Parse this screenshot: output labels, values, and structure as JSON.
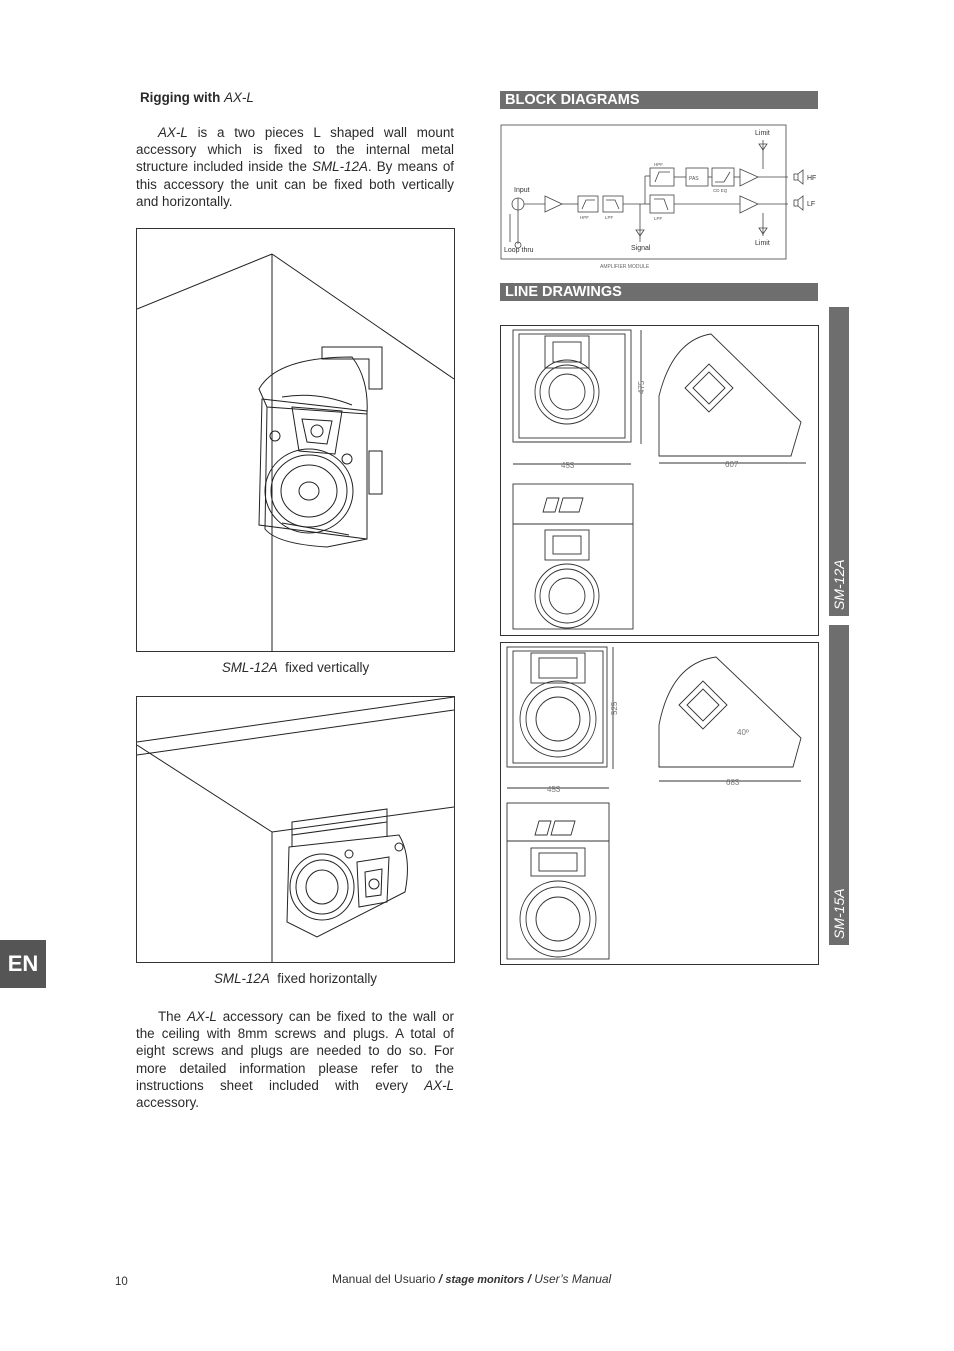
{
  "rigging": {
    "heading_bold": "Rigging with",
    "heading_italic": "AX-L",
    "p1_italic": "AX-L",
    "p1_text_a": " is a two pieces L shaped wall mount accessory which is fixed to the internal metal structure included inside the ",
    "p1_italic2": "SML-12A",
    "p1_text_b": ". By means of this accessory the unit can be fixed both vertically and horizontally."
  },
  "captions": {
    "vertical_model": "SML-12A",
    "vertical_text": "fixed vertically",
    "horizontal_model": "SML-12A",
    "horizontal_text": "fixed horizontally"
  },
  "closing": {
    "t1": "The ",
    "i1": "AX-L",
    "t2": " accessory can be fixed to the wall or the ceiling with 8mm screws and plugs. A total of eight screws and plugs are needed to do so. For more detailed information please refer to the instructions sheet included with every ",
    "i2": "AX-L",
    "t3": " accessory."
  },
  "sections": {
    "block_diagrams": "BLOCK DIAGRAMS",
    "line_drawings": "LINE DRAWINGS"
  },
  "block_diagram": {
    "input": "Input",
    "loop_thru": "Loop thru",
    "hpf_small": "HPF",
    "lpf_small": "LPF",
    "hpf_top": "HPF",
    "lpf_bottom": "LPF",
    "pas": "PAS",
    "cd_eq": "CD EQ",
    "limit_top": "Limit",
    "limit_bottom": "Limit",
    "signal": "Signal",
    "hf": "HF",
    "lf": "LF",
    "module": "AMPLIFIER MODULE"
  },
  "dimensions": {
    "sm12a": {
      "height": "475",
      "width": "453",
      "depth": "607"
    },
    "sm15a": {
      "height": "525",
      "width": "453",
      "depth": "683",
      "angle": "40º"
    }
  },
  "side_tabs": {
    "top": "SM-12A",
    "bottom": "SM-15A"
  },
  "lang_tab": "EN",
  "footer": {
    "page_number": "10",
    "manual_a": "Manual del Usuario",
    "sep1": " / ",
    "manual_b": "stage monitors",
    "sep2": " / ",
    "manual_c": "User’s Manual"
  }
}
